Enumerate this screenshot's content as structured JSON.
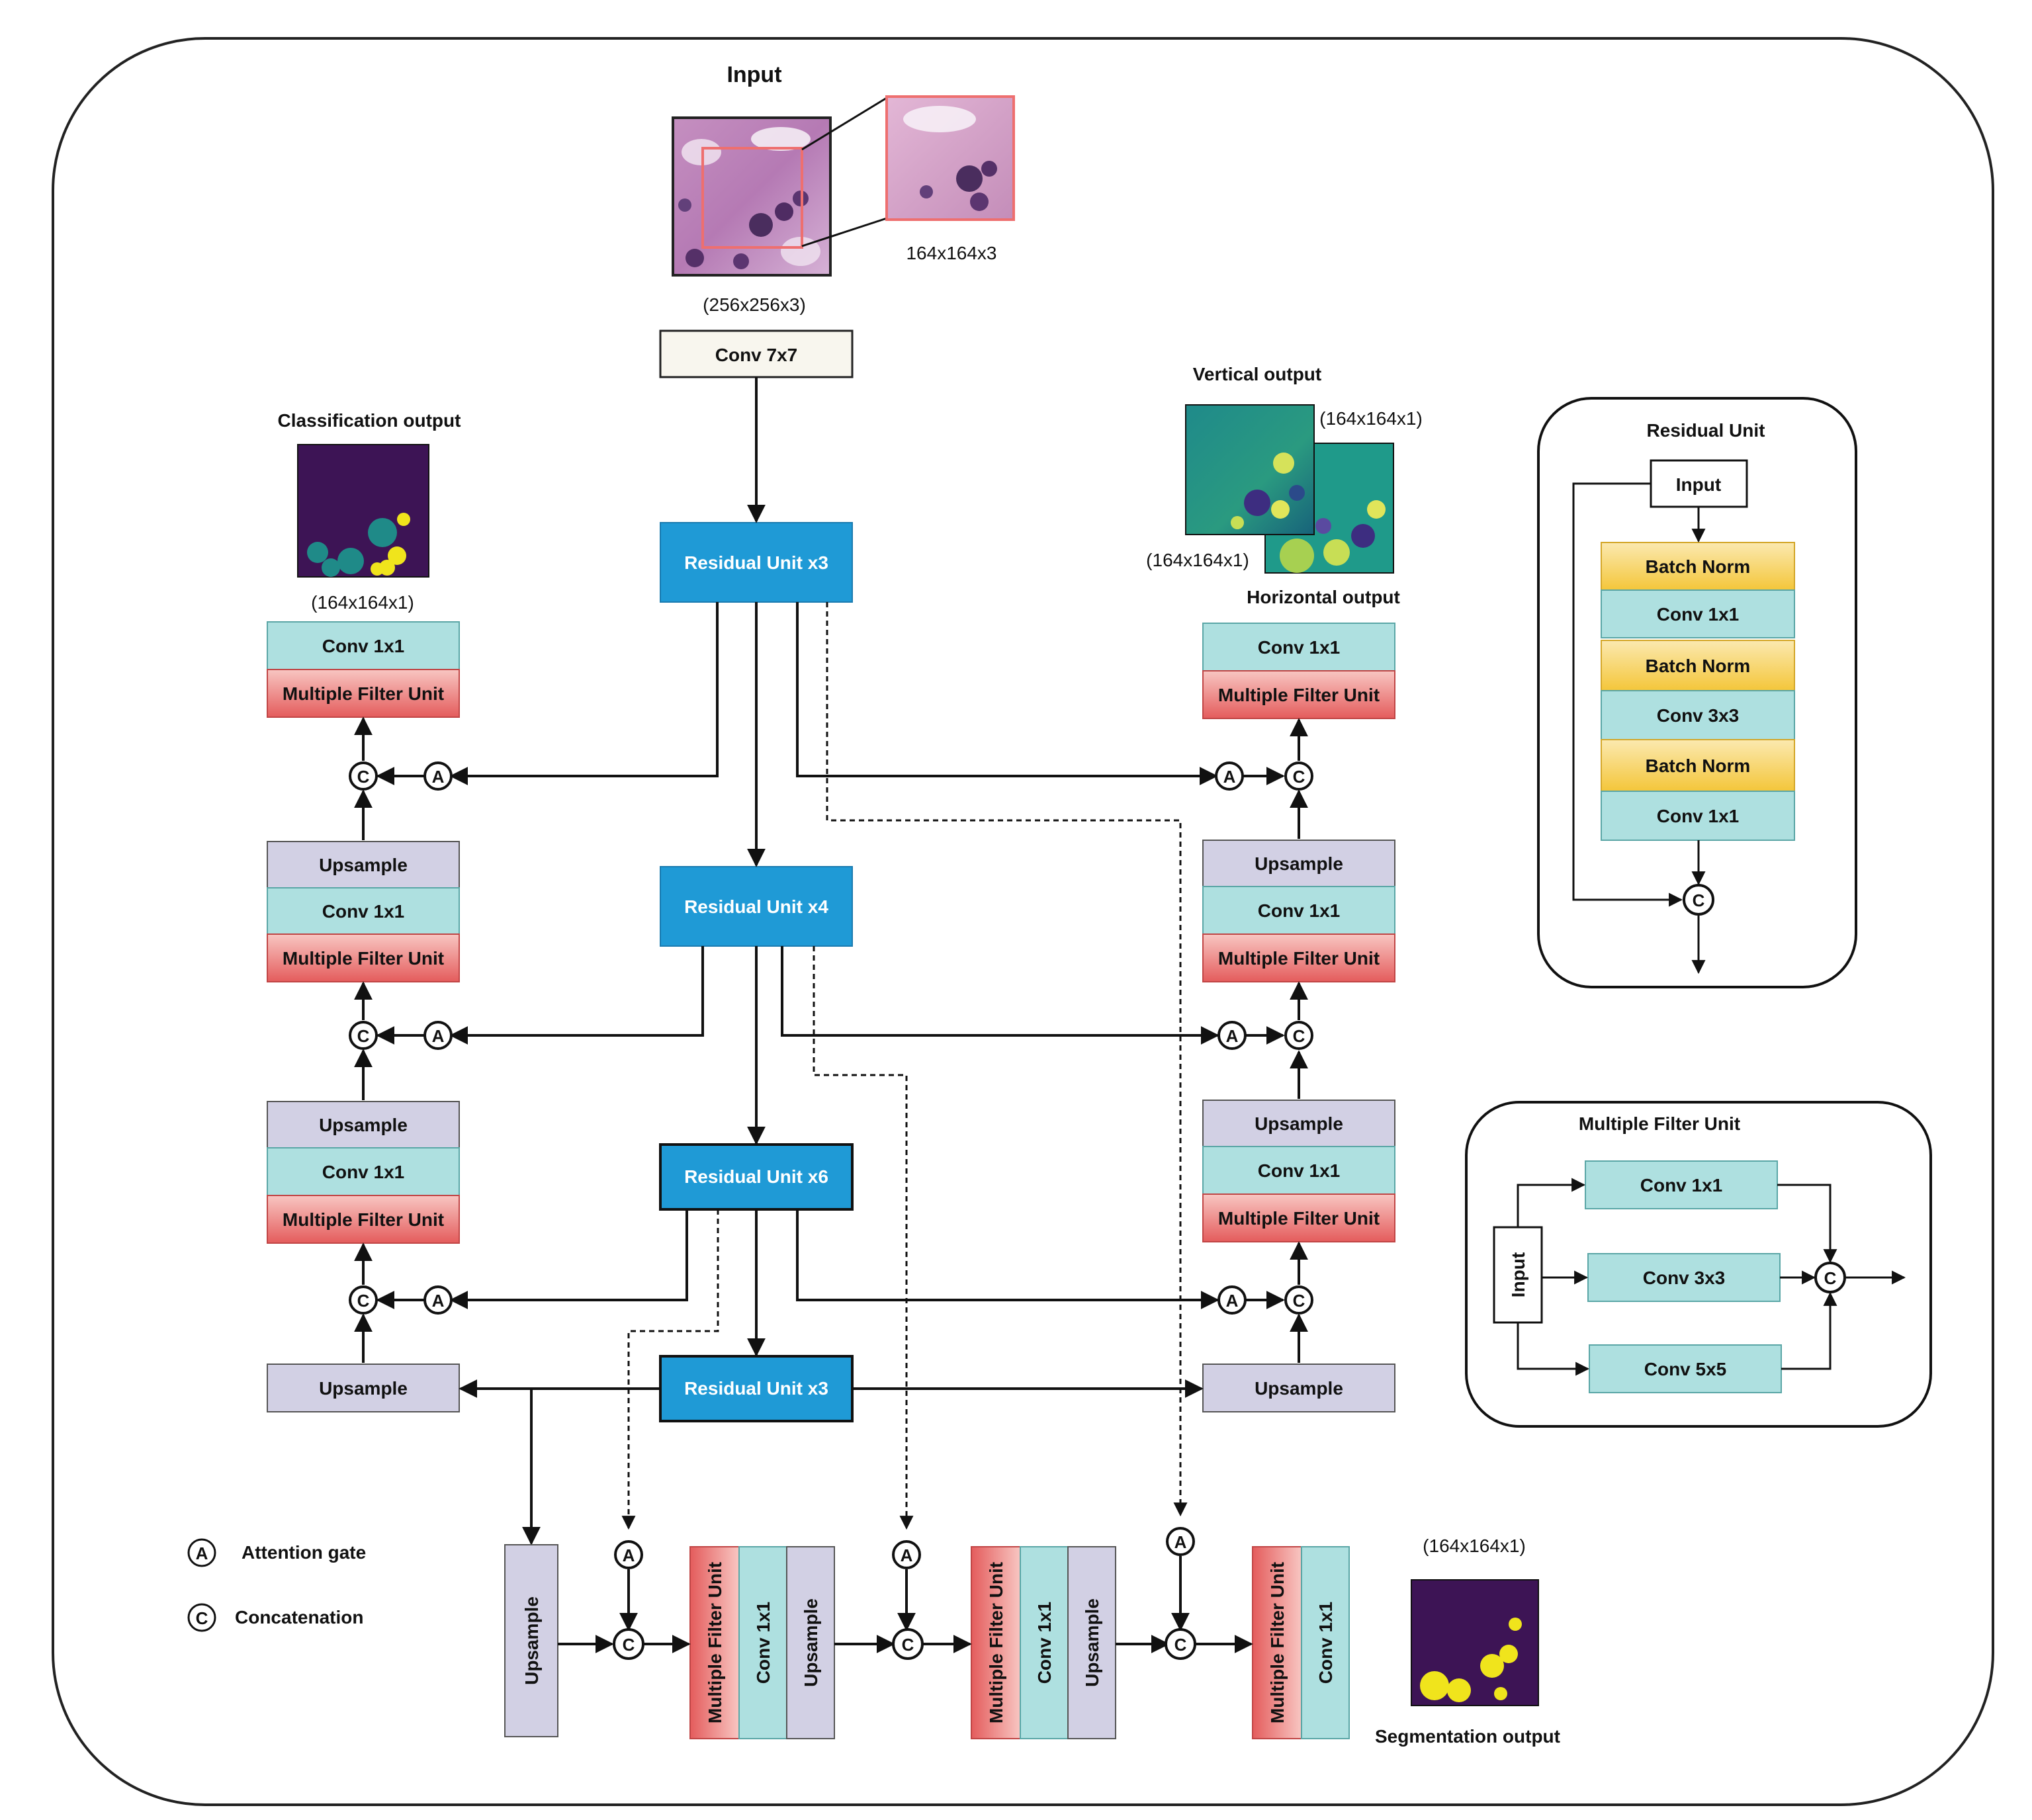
{
  "input": {
    "title": "Input",
    "size_full": "(256x256x3)",
    "size_crop": "164x164x3"
  },
  "conv7": "Conv 7x7",
  "encoder": {
    "res1": "Residual Unit x3",
    "res2": "Residual Unit x4",
    "res3": "Residual Unit x6",
    "res4": "Residual Unit x3"
  },
  "blocks": {
    "conv1": "Conv 1x1",
    "mfu": "Multiple Filter Unit",
    "upsample": "Upsample",
    "conv3": "Conv 3x3",
    "conv5": "Conv 5x5",
    "batch_norm": "Batch Norm",
    "input": "Input"
  },
  "symbols": {
    "a": "A",
    "c": "C"
  },
  "classification": {
    "title": "Classification output",
    "size": "(164x164x1)"
  },
  "vertical": {
    "title": "Vertical output",
    "size": "(164x164x1)"
  },
  "horizontal": {
    "title": "Horizontal output",
    "size": "(164x164x1)"
  },
  "segmentation": {
    "title": "Segmentation output",
    "size": "(164x164x1)"
  },
  "legend": {
    "attention": "Attention gate",
    "concat": "Concatenation"
  },
  "residual_panel": {
    "title": "Residual Unit"
  },
  "mfu_panel": {
    "title": "Multiple Filter Unit"
  },
  "colors": {
    "residual_blue": "#1f9ad6",
    "mfu_red": "#e86a6a",
    "conv_teal": "#aee0e0",
    "upsample_purple": "#d2d0e4",
    "batch_norm_yellow": "#f7d36a",
    "seg_background": "#3d1455",
    "seg_yellow": "#f0e41c",
    "seg_teal": "#1f8a88"
  }
}
